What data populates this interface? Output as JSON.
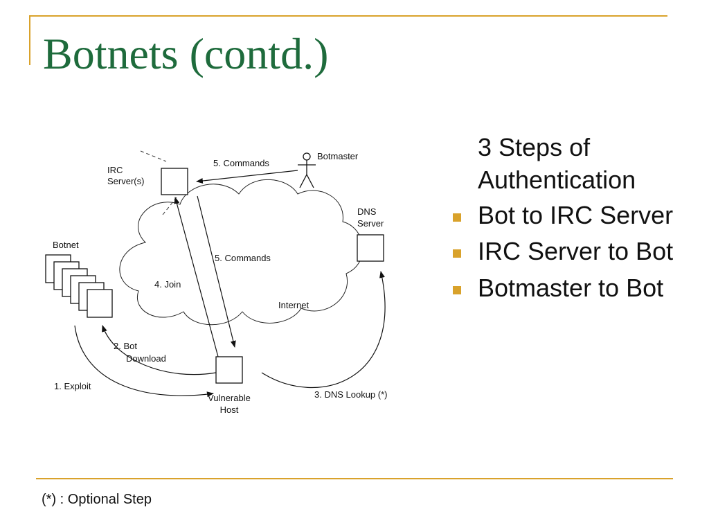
{
  "slide": {
    "title": "Botnets (contd.)",
    "accent_color": "#d9a22b",
    "title_color": "#1e6b3c",
    "bullet_marker": "square"
  },
  "diagram": {
    "irc_server": "IRC\nServer(s)",
    "botmaster": "Botmaster",
    "botnet": "Botnet",
    "dns_server": "DNS\nServer",
    "vulnerable_host": "Vulnerable\nHost",
    "internet": "Internet",
    "cloud_commands": "5. Commands",
    "top_commands": "5. Commands",
    "join": "4. Join",
    "bot_download": "2. Bot\nDownload",
    "exploit": "1. Exploit",
    "dns_lookup": "3. DNS Lookup (*)"
  },
  "bullets": {
    "heading": "3 Steps of Authentication",
    "items": [
      "Bot to IRC Server",
      "IRC Server to Bot",
      "Botmaster to Bot"
    ]
  },
  "footnote": "(*) : Optional Step"
}
